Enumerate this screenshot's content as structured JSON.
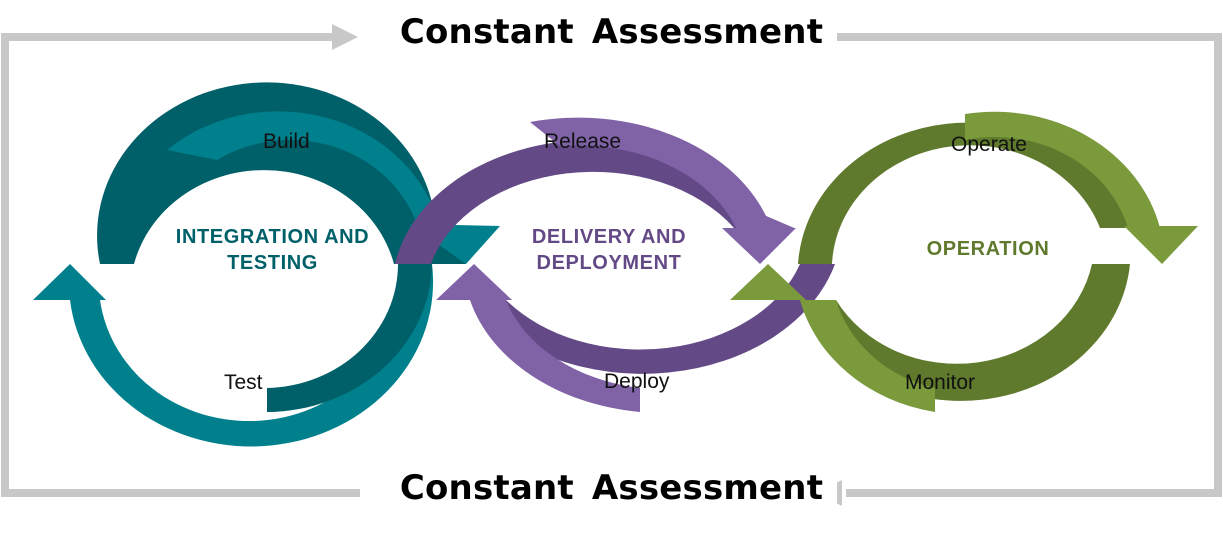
{
  "headings": {
    "top": "Constant  Assessment",
    "bottom": "Constant  Assessment"
  },
  "cycles": [
    {
      "title": "INTEGRATION AND TESTING",
      "upper_step": "Build",
      "lower_step": "Test",
      "color": "#00808c",
      "dark": "#00606a"
    },
    {
      "title": "DELIVERY AND DEPLOYMENT",
      "upper_step": "Release",
      "lower_step": "Deploy",
      "color": "#8062a6",
      "dark": "#634a86"
    },
    {
      "title": "OPERATION",
      "upper_step": "Operate",
      "lower_step": "Monitor",
      "color": "#7a9a3c",
      "dark": "#5f7a2c"
    }
  ],
  "frame_color": "#c8c8c8",
  "icons": {
    "frame_arrow_top": "arrow-right-icon",
    "frame_arrow_bottom": "arrow-left-icon"
  }
}
